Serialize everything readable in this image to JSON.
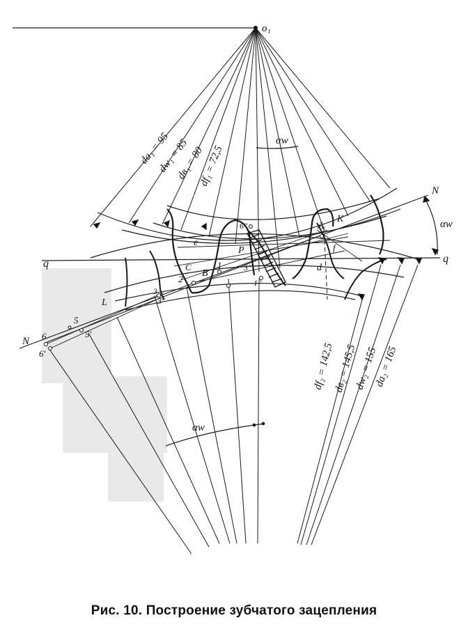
{
  "labels": {
    "center": "o₁",
    "line_n_right": "N",
    "line_n_left": "N",
    "pitch_right": "q",
    "pitch_left": "q",
    "alpha_top": "αw",
    "alpha_right": "αw",
    "alpha_bottom": "αw",
    "pt_A": "A",
    "pt_K": "K",
    "pt_P": "P",
    "pt_B": "B",
    "pt_C": "C",
    "pt_e": "e",
    "pt_d": "d",
    "pt_f": "f",
    "pt_L": "L",
    "pt_1": "1",
    "pt_2": "2",
    "pt_3": "3",
    "pt_3p": "3'",
    "pt_3pp": "3''",
    "pt_5": "5",
    "pt_5p": "5'",
    "pt_6": "6",
    "pt_6p": "6'",
    "pt_6pp": "6''",
    "pt_1pp": "1''"
  },
  "dims_top": [
    "da₁ = 95",
    "dw₁ = 85",
    "dв₁ = 80",
    "df₁ = 72,5"
  ],
  "dims_bottom": [
    "df₂ = 142,5",
    "dв₂ = 145,5",
    "dw₂ = 155",
    "da₂ = 165"
  ],
  "caption": "Рис. 10. Построение зубчатого зацепления"
}
